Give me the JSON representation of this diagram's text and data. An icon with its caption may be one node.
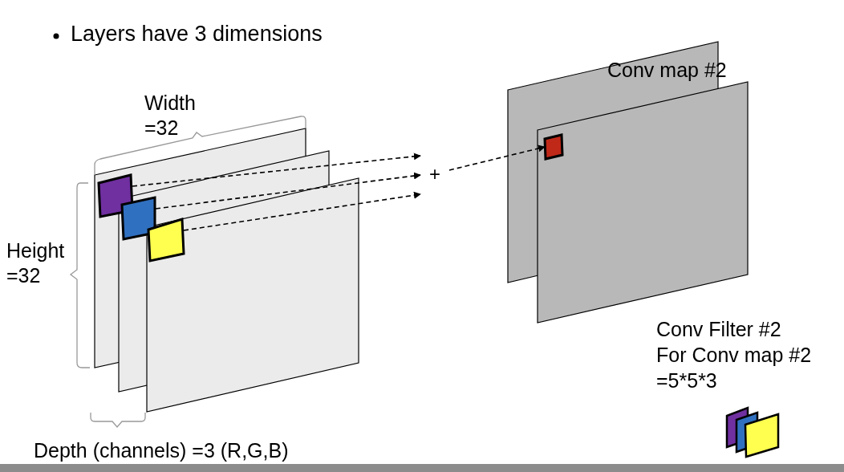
{
  "diagram": {
    "title": "Layers have 3 dimensions",
    "nodes": [
      {
        "text": [],
        "shape": "box"
      },
      {
        "text": [],
        "shape": "box"
      },
      {
        "text": [],
        "shape": "box"
      },
      {
        "text": [
          "+"
        ]
      },
      {
        "text": [],
        "shape": "box"
      }
    ],
    "edges": [
      {
        "from": 0,
        "to": 3,
        "arrow": "to",
        "style": "dashed"
      },
      {
        "from": 1,
        "to": 3,
        "arrow": "to",
        "style": "dashed"
      },
      {
        "from": 2,
        "to": 3,
        "arrow": "to",
        "style": "dashed"
      },
      {
        "from": 3,
        "to": 4,
        "arrow": "to",
        "style": "dashed"
      }
    ],
    "labels": [
      "Conv map #2",
      "Width =32",
      "Height =32",
      "Conv Filter #2 For Conv map #2 =5*5*3",
      "Depth (channels) =3 (R,G,B)"
    ]
  }
}
